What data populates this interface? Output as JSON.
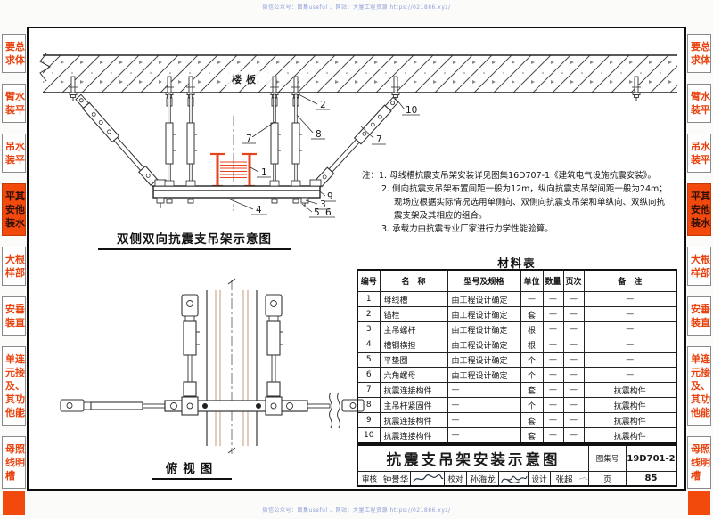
{
  "watermark": {
    "text": "微信公众号：图集useful 、网站：大量工程资源 https://021886.xyz/"
  },
  "sidebar": {
    "tabs": [
      {
        "rows": [
          "要总",
          "求体"
        ],
        "active": false
      },
      {
        "rows": [
          "臂水",
          "装平"
        ],
        "active": false
      },
      {
        "rows": [
          "吊水",
          "装平"
        ],
        "active": false
      },
      {
        "rows": [
          "平其",
          "安他",
          "装水"
        ],
        "active": true
      },
      {
        "rows": [
          "大根",
          "样部"
        ],
        "active": false
      },
      {
        "rows": [
          "安垂",
          "装直"
        ],
        "active": false
      },
      {
        "rows": [
          "单连",
          "元接",
          "及、",
          "其功",
          "他能"
        ],
        "active": false
      },
      {
        "rows": [
          "母照",
          "线明",
          "槽"
        ],
        "active": false
      }
    ]
  },
  "diagram_section": {
    "slab_label": "楼板",
    "caption_side_view": "双侧双向抗震支吊架示意图",
    "caption_plan_view": "俯视图",
    "callout_labels": [
      "1",
      "2",
      "3",
      "4",
      "5",
      "6",
      "7",
      "8",
      "9",
      "10"
    ]
  },
  "notes": {
    "lines": [
      {
        "level": 0,
        "text": "注：1. 母线槽抗震支吊架安装详见图集16D707-1《建筑电气设施抗震安装》。"
      },
      {
        "level": 1,
        "text": "2. 侧向抗震支吊架布置间距一般为12m，纵向抗震支吊架间距一般为24m；"
      },
      {
        "level": 2,
        "text": "现场应根据实际情况选用单侧向、双侧向抗震支吊架和单纵向、双纵向抗"
      },
      {
        "level": 2,
        "text": "震支架及其相应的组合。"
      },
      {
        "level": 1,
        "text": "3. 承载力由抗震专业厂家进行力学性能验算。"
      }
    ]
  },
  "material_table": {
    "title": "材料表",
    "headers": [
      "编号",
      "名　称",
      "型号及规格",
      "单位",
      "数量",
      "页次",
      "备　注"
    ],
    "rows": [
      [
        "1",
        "母线槽",
        "由工程设计确定",
        "—",
        "—",
        "—",
        "—"
      ],
      [
        "2",
        "锚栓",
        "由工程设计确定",
        "套",
        "—",
        "—",
        "—"
      ],
      [
        "3",
        "主吊螺杆",
        "由工程设计确定",
        "根",
        "—",
        "—",
        "—"
      ],
      [
        "4",
        "槽钢横担",
        "由工程设计确定",
        "根",
        "—",
        "—",
        "—"
      ],
      [
        "5",
        "平垫圈",
        "由工程设计确定",
        "个",
        "—",
        "—",
        "—"
      ],
      [
        "6",
        "六角螺母",
        "由工程设计确定",
        "个",
        "—",
        "—",
        "—"
      ],
      [
        "7",
        "抗震连接构件",
        "—",
        "套",
        "—",
        "—",
        "抗震构件"
      ],
      [
        "8",
        "主吊杆紧固件",
        "—",
        "个",
        "—",
        "—",
        "抗震构件"
      ],
      [
        "9",
        "抗震连接构件",
        "—",
        "套",
        "—",
        "—",
        "抗震构件"
      ],
      [
        "10",
        "抗震连接构件",
        "—",
        "套",
        "—",
        "—",
        "抗震构件"
      ]
    ]
  },
  "title_block": {
    "title": "抗震支吊架安装示意图",
    "atlas_label": "图集号",
    "atlas_no": "19D701-2",
    "page_label": "页",
    "page_no": "85",
    "reviewer_label": "审核",
    "reviewer_name": "钟景华",
    "checker_label": "校对",
    "checker_name": "孙海龙",
    "designer_label": "设计",
    "designer_name": "张超"
  },
  "colors": {
    "accent_red": "#e8430f",
    "active_tab_bg": "#f2490d",
    "busway_red": "#e8441c",
    "duct_tan": "#c49a7e",
    "watermark_blue": "#8f9fd9"
  }
}
